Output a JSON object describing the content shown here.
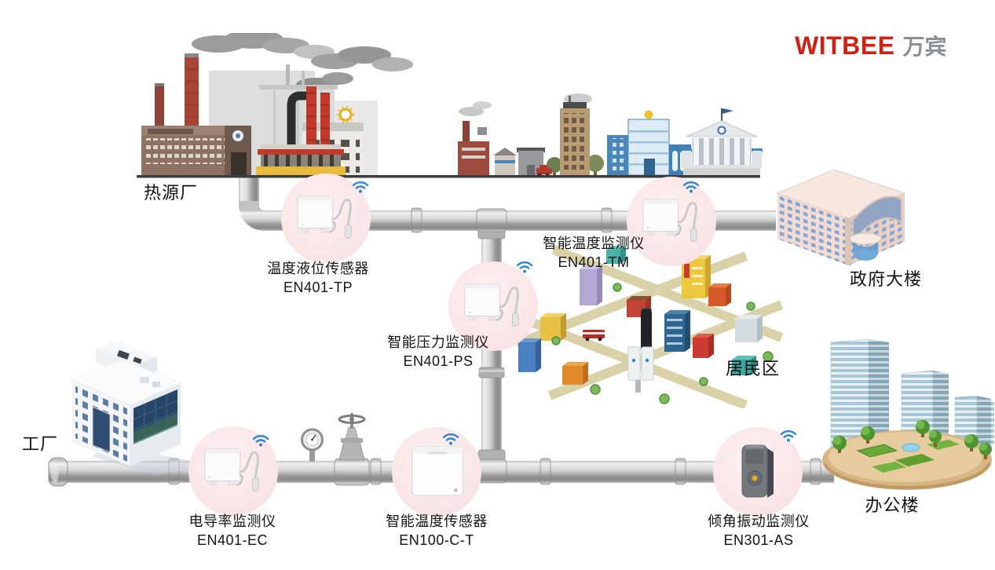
{
  "logo": {
    "brand_en": "WITBEE",
    "brand_cn": "万宾"
  },
  "locations": [
    {
      "id": "heat-source-plant",
      "label": "热源厂"
    },
    {
      "id": "government-building",
      "label": "政府大楼"
    },
    {
      "id": "residential-area",
      "label": "居民区"
    },
    {
      "id": "factory",
      "label": "工厂"
    },
    {
      "id": "office-building",
      "label": "办公楼"
    }
  ],
  "sensors": [
    {
      "id": "en401-tp",
      "name": "温度液位传感器",
      "model": "EN401-TP"
    },
    {
      "id": "en401-tm",
      "name": "智能温度监测仪",
      "model": "EN401-TM"
    },
    {
      "id": "en401-ps",
      "name": "智能压力监测仪",
      "model": "EN401-PS"
    },
    {
      "id": "en401-ec",
      "name": "电导率监测仪",
      "model": "EN401-EC"
    },
    {
      "id": "en100-c-t",
      "name": "智能温度传感器",
      "model": "EN100-C-T"
    },
    {
      "id": "en301-as",
      "name": "倾角振动监测仪",
      "model": "EN301-AS"
    }
  ],
  "icons": {
    "wifi": "wifi-signal-icon"
  },
  "colors": {
    "brand_red": "#ce2015",
    "brand_gray": "#8b9095",
    "wifi_blue": "#2f86cf",
    "sensor_circle_pink": "#f9e4e6",
    "pipe_gray": "#9a9a9a",
    "label_text": "#141414"
  }
}
